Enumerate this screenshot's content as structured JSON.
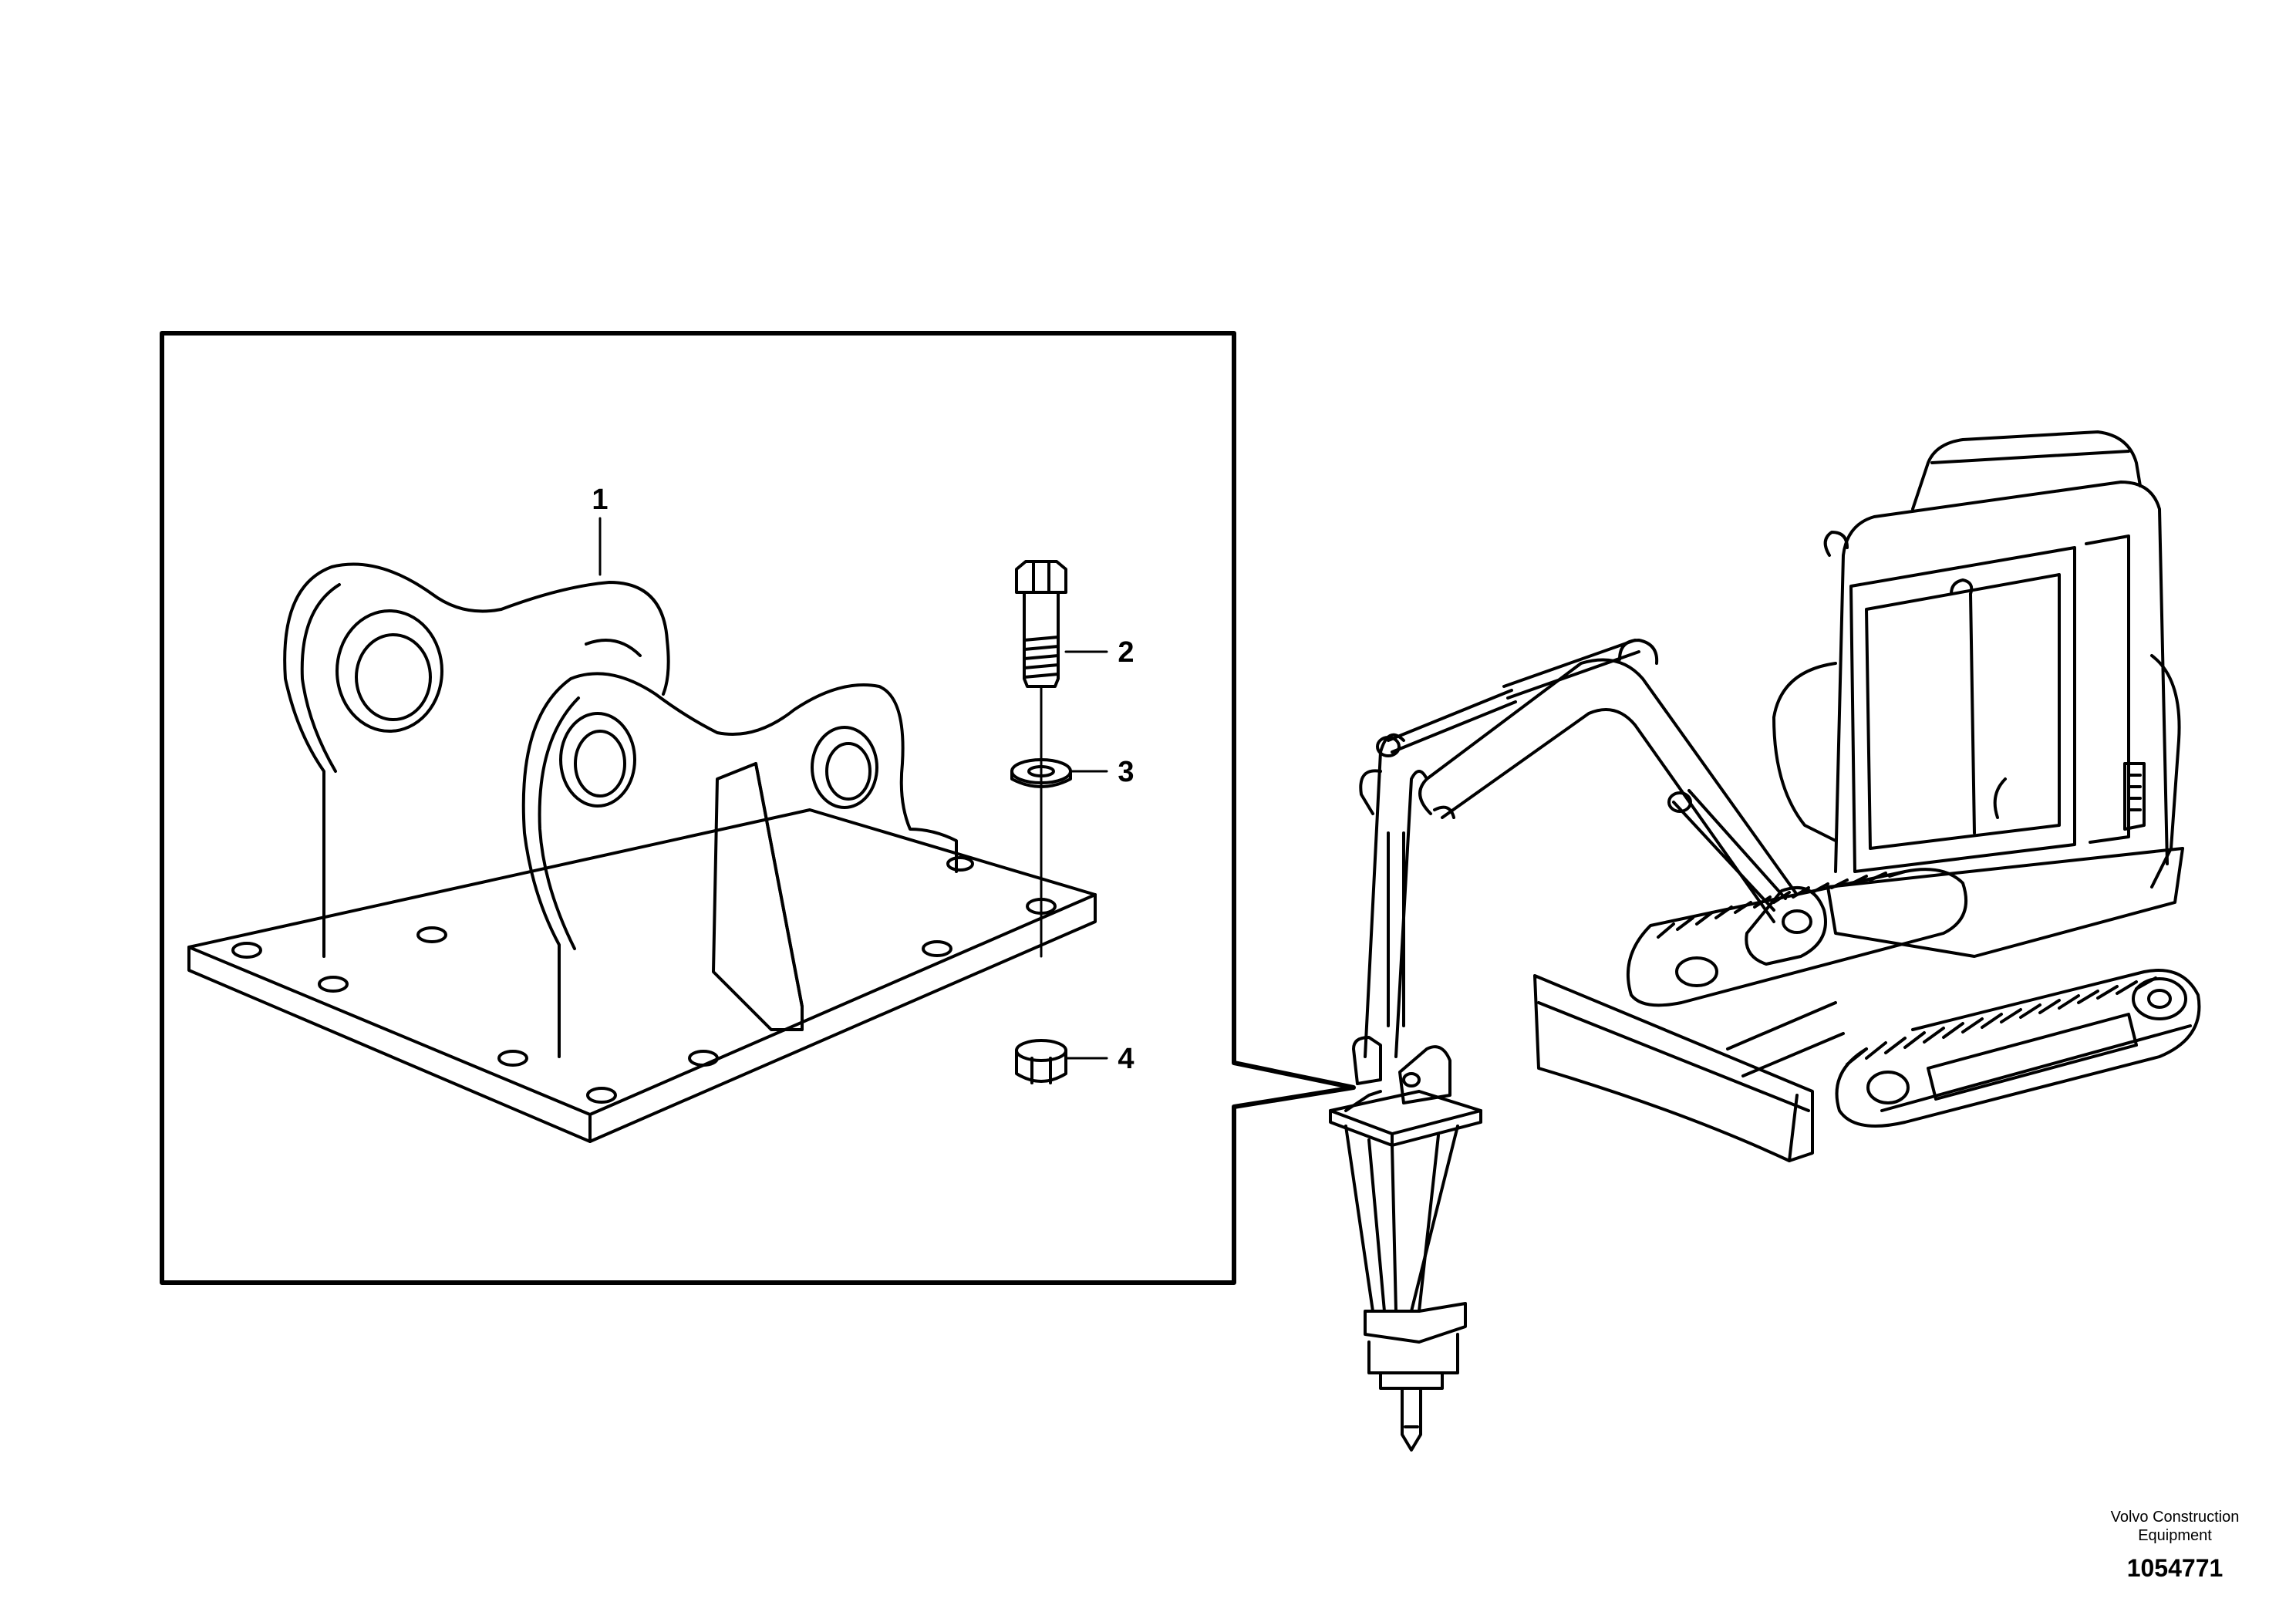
{
  "callouts": [
    {
      "number": "1",
      "item": "mounting bracket"
    },
    {
      "number": "2",
      "item": "bolt"
    },
    {
      "number": "3",
      "item": "washer"
    },
    {
      "number": "4",
      "item": "nut"
    }
  ],
  "footer": {
    "company_line1": "Volvo Construction",
    "company_line2": "Equipment",
    "figure_number": "1054771"
  }
}
